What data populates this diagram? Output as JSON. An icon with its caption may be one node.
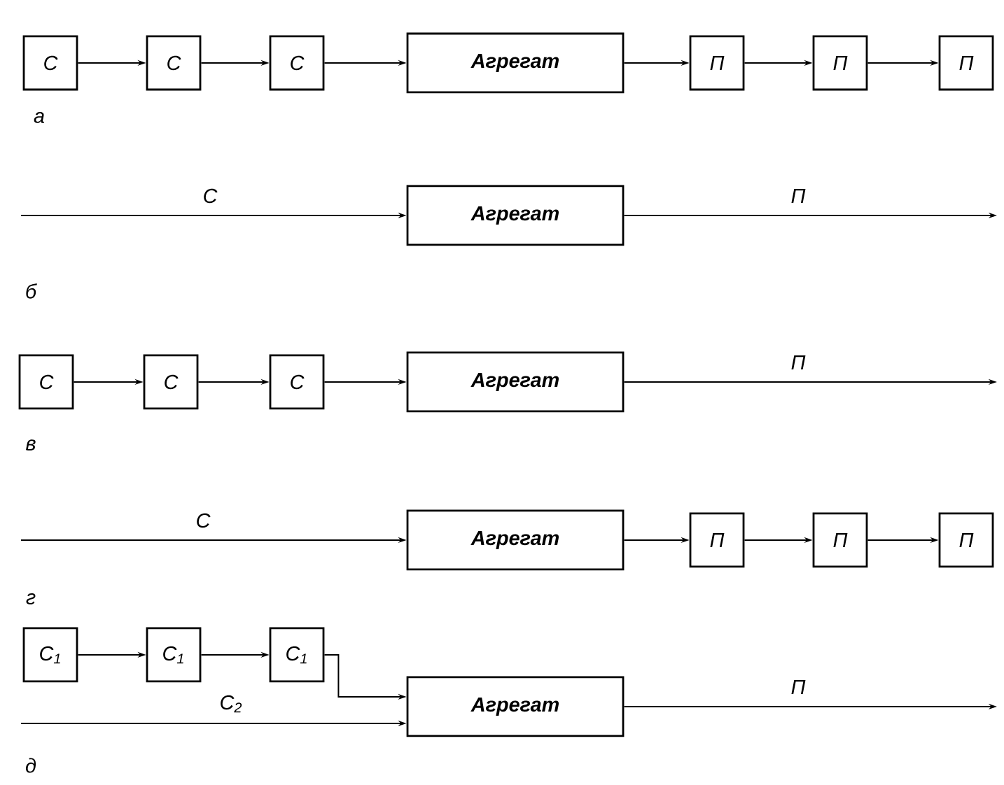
{
  "diagram": {
    "nodes": [
      {
        "text": [
          "С"
        ]
      },
      {
        "text": [
          "С"
        ]
      },
      {
        "text": [
          "С"
        ]
      },
      {
        "text": [
          "Агрегат"
        ]
      },
      {
        "text": [
          "П"
        ]
      },
      {
        "text": [
          "П"
        ]
      },
      {
        "text": [
          "П"
        ]
      },
      {
        "text": [
          "Агрегат"
        ]
      },
      {
        "text": [
          "С"
        ]
      },
      {
        "text": [
          "С"
        ]
      },
      {
        "text": [
          "С"
        ]
      },
      {
        "text": [
          "Агрегат"
        ]
      },
      {
        "text": [
          "Агрегат"
        ]
      },
      {
        "text": [
          "П"
        ]
      },
      {
        "text": [
          "П"
        ]
      },
      {
        "text": [
          "П"
        ]
      },
      {
        "text": [
          "С$_{1}$"
        ]
      },
      {
        "text": [
          "С$_{1}$"
        ]
      },
      {
        "text": [
          "С$_{1}$"
        ]
      },
      {
        "text": [
          "Агрегат"
        ]
      }
    ],
    "edges": [
      {
        "from": 0,
        "to": 1,
        "arrow": "to"
      },
      {
        "from": 1,
        "to": 2,
        "arrow": "to"
      },
      {
        "from": 2,
        "to": 3,
        "arrow": "to"
      },
      {
        "from": 3,
        "to": 4,
        "arrow": "to"
      },
      {
        "from": 4,
        "to": 5,
        "arrow": "to"
      },
      {
        "from": 5,
        "to": 6,
        "arrow": "to"
      },
      {
        "from": null,
        "to": 7,
        "arrow": "to",
        "label": "С"
      },
      {
        "from": 7,
        "to": null,
        "arrow": "to",
        "label": "П"
      },
      {
        "from": 8,
        "to": 9,
        "arrow": "to"
      },
      {
        "from": 9,
        "to": 10,
        "arrow": "to"
      },
      {
        "from": 10,
        "to": 11,
        "arrow": "to"
      },
      {
        "from": 11,
        "to": null,
        "arrow": "to",
        "label": "П"
      },
      {
        "from": null,
        "to": 12,
        "arrow": "to",
        "label": "С"
      },
      {
        "from": 12,
        "to": 13,
        "arrow": "to"
      },
      {
        "from": 13,
        "to": 14,
        "arrow": "to"
      },
      {
        "from": 14,
        "to": 15,
        "arrow": "to"
      },
      {
        "from": 16,
        "to": 17,
        "arrow": "to"
      },
      {
        "from": 17,
        "to": 18,
        "arrow": "to"
      },
      {
        "from": 18,
        "to": 19,
        "arrow": "to"
      },
      {
        "from": null,
        "to": 19,
        "arrow": "to",
        "label": "С$_{2}$"
      },
      {
        "from": 19,
        "to": null,
        "arrow": "to",
        "label": "П"
      }
    ],
    "labels": [
      "а",
      "б",
      "в",
      "г",
      "д"
    ]
  }
}
